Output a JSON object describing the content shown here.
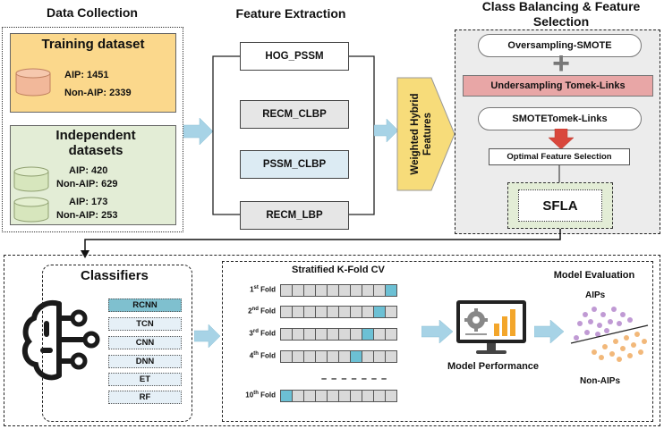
{
  "headers": {
    "data_collection": "Data Collection",
    "feature_extraction": "Feature Extraction",
    "class_balancing": "Class Balancing & Feature Selection"
  },
  "training": {
    "title": "Training dataset",
    "aip": "AIP: 1451",
    "non_aip": "Non-AIP: 2339"
  },
  "independent": {
    "title": "Independent datasets",
    "set1_aip": "AIP: 420",
    "set1_non_aip": "Non-AIP: 629",
    "set2_aip": "AIP: 173",
    "set2_non_aip": "Non-AIP: 253"
  },
  "features": [
    "HOG_PSSM",
    "RECM_CLBP",
    "PSSM_CLBP",
    "RECM_LBP"
  ],
  "hybrid_label": "Weighted Hybrid Features",
  "balancing": {
    "oversampling": "Oversampling-SMOTE",
    "plus": "+",
    "undersampling": "Undersampling Tomek-Links",
    "smotetomek": "SMOTETomek-Links",
    "optimal": "Optimal Feature Selection",
    "sfla": "SFLA"
  },
  "classifiers": {
    "title": "Classifiers",
    "items": [
      "RCNN",
      "TCN",
      "CNN",
      "DNN",
      "ET",
      "RF"
    ]
  },
  "cv": {
    "title": "Stratified K-Fold CV",
    "folds": [
      {
        "num": "1",
        "sup": "st",
        "word": "Fold",
        "test_index": 9
      },
      {
        "num": "2",
        "sup": "nd",
        "word": "Fold",
        "test_index": 8
      },
      {
        "num": "3",
        "sup": "rd",
        "word": "Fold",
        "test_index": 7
      },
      {
        "num": "4",
        "sup": "th",
        "word": "Fold",
        "test_index": 6
      },
      {
        "num": "10",
        "sup": "th",
        "word": "Fold",
        "test_index": 0
      }
    ],
    "cells_per_fold": 10,
    "ellipsis": "– – – – – – –"
  },
  "performance": "Model Performance",
  "evaluation": {
    "title": "Model Evaluation",
    "aips": "AIPs",
    "non_aips": "Non-AIPs"
  },
  "colors": {
    "training_fill": "#fbd88c",
    "independent_fill": "#e3edd6",
    "undersampling_fill": "#e8a6a6",
    "pssm_clbp_fill": "#dcebf3",
    "recm_fill": "#e6e6e6",
    "hybrid_fill": "#f7dc7a",
    "arrow": "#a7d3e6",
    "fold_test": "#6cc0d4",
    "fold_train": "#d9d9d9",
    "rcnn": "#7fc0cf"
  }
}
